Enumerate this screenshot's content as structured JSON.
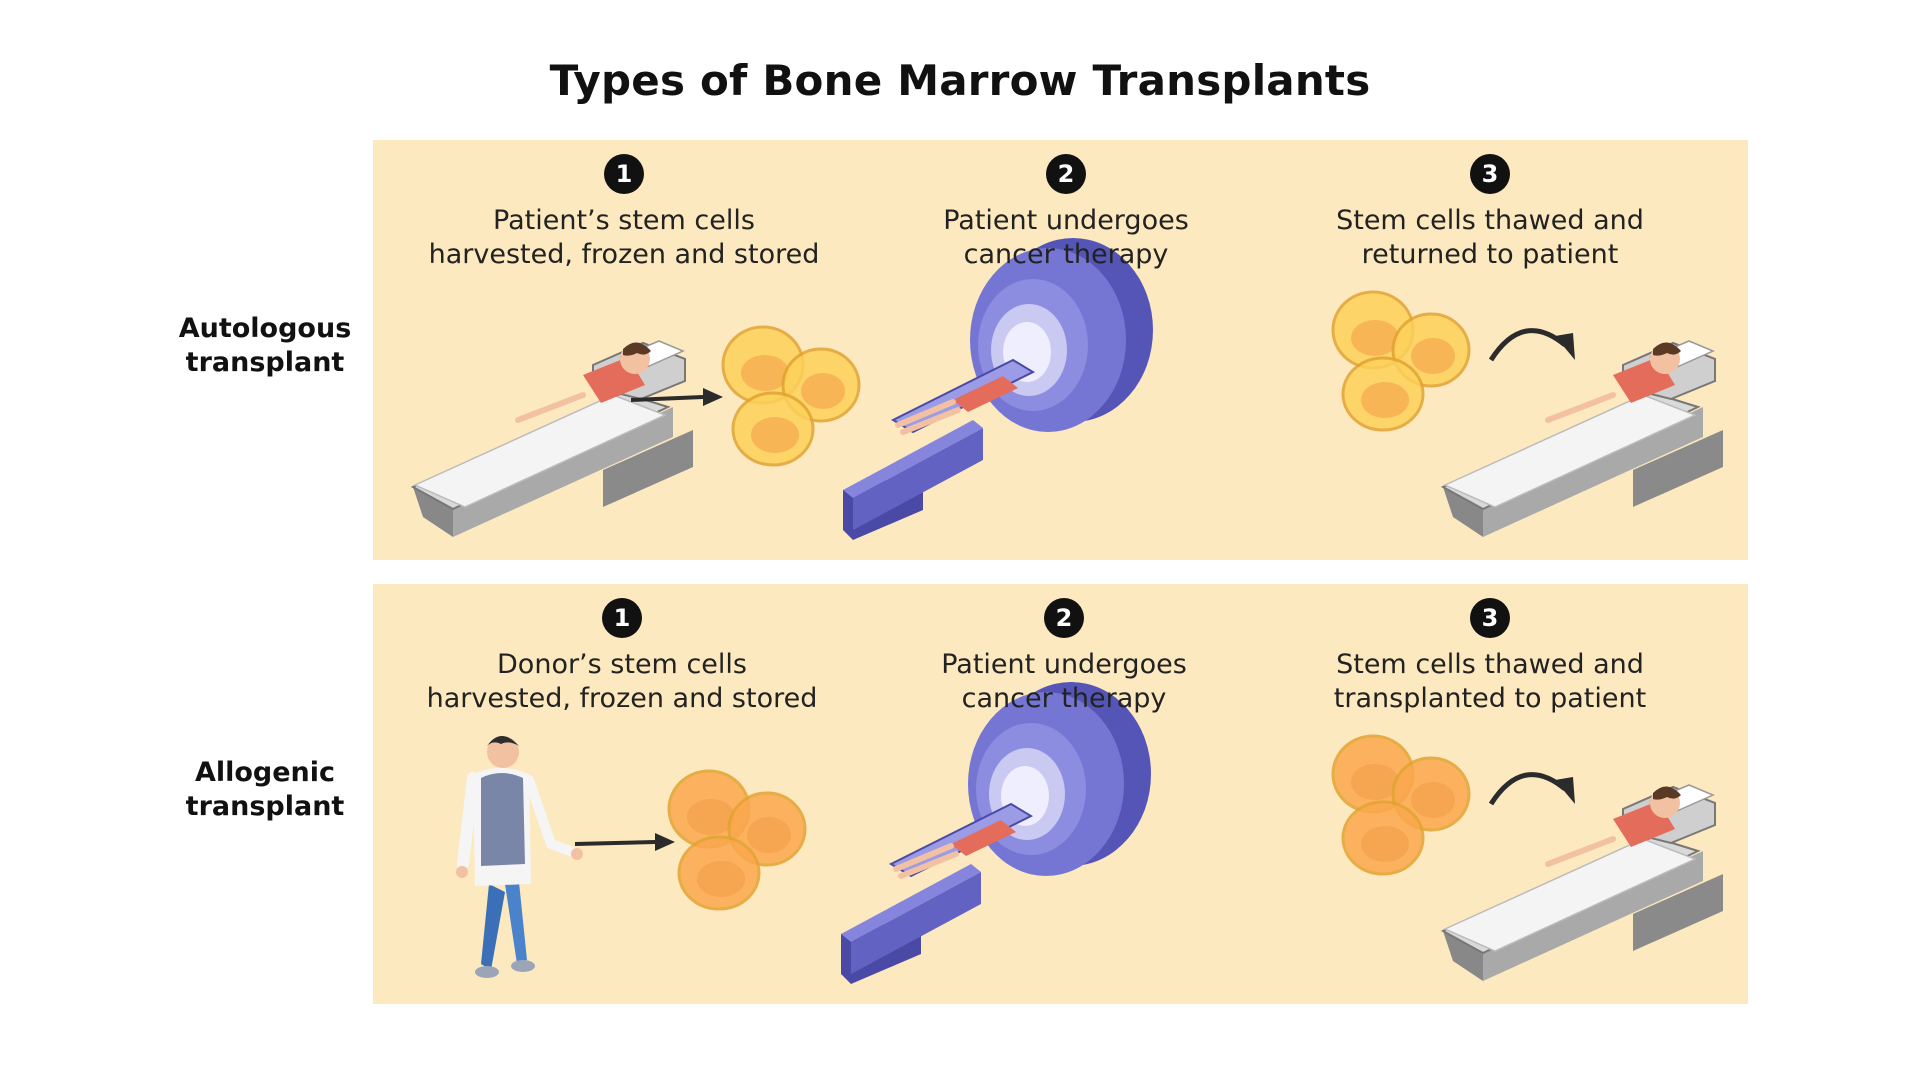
{
  "title": "Types of Bone Marrow Transplants",
  "colors": {
    "panel_bg": "#fde9bf",
    "cell_yellow": "#fcd15a",
    "cell_orange": "#fba84e",
    "machine": "#6a6acd",
    "patient_shirt": "#e46c5a"
  },
  "rows": [
    {
      "label": "Autologous transplant",
      "steps": [
        {
          "number": "1",
          "caption_lines": [
            "Patient’s stem cells",
            "harvested, frozen and stored"
          ]
        },
        {
          "number": "2",
          "caption_lines": [
            "Patient undergoes",
            "cancer therapy"
          ]
        },
        {
          "number": "3",
          "caption_lines": [
            "Stem cells thawed and",
            "returned to patient"
          ]
        }
      ]
    },
    {
      "label": "Allogenic transplant",
      "steps": [
        {
          "number": "1",
          "caption_lines": [
            "Donor’s stem cells",
            "harvested, frozen and stored"
          ]
        },
        {
          "number": "2",
          "caption_lines": [
            "Patient undergoes",
            "cancer therapy"
          ]
        },
        {
          "number": "3",
          "caption_lines": [
            "Stem cells thawed and",
            "transplanted to patient"
          ]
        }
      ]
    }
  ],
  "icons": {
    "patient_bed": "patient-in-bed-icon",
    "stem_cells": "stem-cell-cluster-icon",
    "scanner": "therapy-machine-icon",
    "donor": "donor-person-icon",
    "arrow": "arrow-right-icon",
    "curved_arrow": "curved-arrow-icon"
  }
}
